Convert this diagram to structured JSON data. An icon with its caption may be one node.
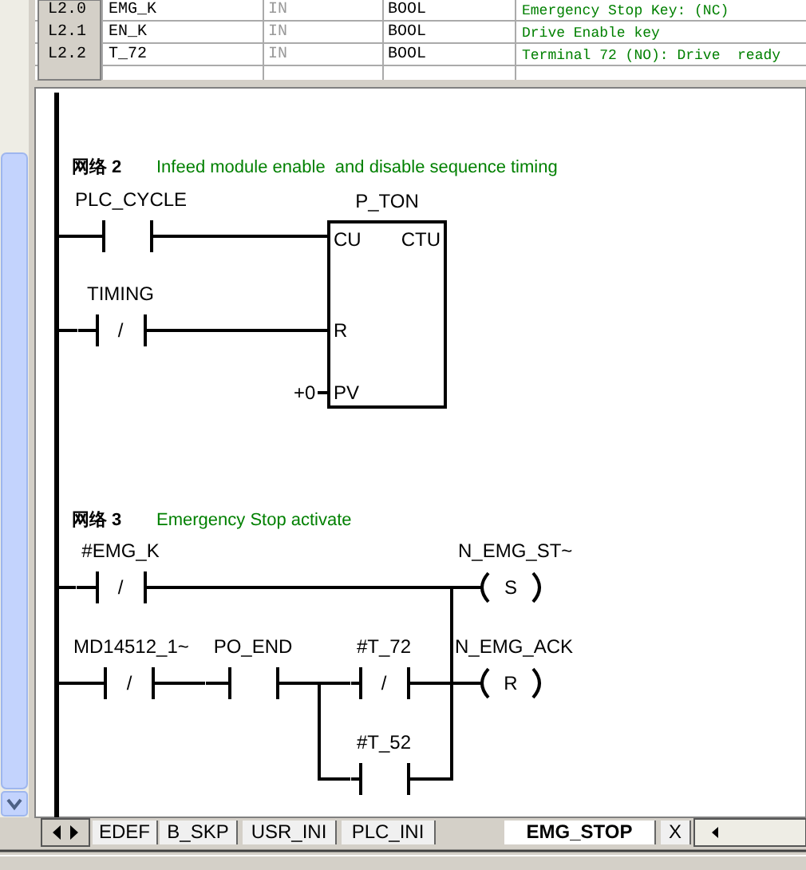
{
  "diagram": {
    "nodes": [
      {
        "text": [],
        "shape": "bar"
      },
      {
        "text": [
          "PLC_CYCLE"
        ]
      },
      {
        "text": [
          "TIMING",
          "/"
        ]
      },
      {
        "text": [
          "P_TON",
          "CU",
          "CTU",
          "R",
          "PV"
        ],
        "beside": [
          "+0"
        ]
      },
      {
        "text": [
          "#EMG_K",
          "/"
        ]
      },
      {
        "text": [
          "N_EMG_ST~",
          "S"
        ]
      },
      {
        "text": [
          "MD14512_1~",
          "/"
        ]
      },
      {
        "text": [
          "PO_END"
        ]
      },
      {
        "text": [
          "#T_72",
          "/"
        ]
      },
      {
        "text": [
          "#T_52"
        ]
      },
      {
        "text": [
          "N_EMG_ACK",
          "R"
        ]
      }
    ],
    "edges": [
      {
        "from": 0,
        "to": 1,
        "arrow": "none"
      },
      {
        "from": 1,
        "to": 3,
        "arrow": "none"
      },
      {
        "from": 0,
        "to": 2,
        "arrow": "none"
      },
      {
        "from": 2,
        "to": 3,
        "arrow": "none"
      },
      {
        "from": 0,
        "to": 4,
        "arrow": "none"
      },
      {
        "from": 4,
        "to": 5,
        "arrow": "none"
      },
      {
        "from": 4,
        "to": 10,
        "arrow": "none"
      },
      {
        "from": 0,
        "to": 6,
        "arrow": "none"
      },
      {
        "from": 6,
        "to": 7,
        "arrow": "none"
      },
      {
        "from": 7,
        "to": 8,
        "arrow": "none"
      },
      {
        "from": 7,
        "to": 9,
        "arrow": "none"
      },
      {
        "from": 8,
        "to": 5,
        "arrow": "none"
      },
      {
        "from": 8,
        "to": 10,
        "arrow": "none"
      },
      {
        "from": 9,
        "to": 5,
        "arrow": "none"
      },
      {
        "from": 9,
        "to": 10,
        "arrow": "none"
      }
    ],
    "labels": [
      "L2.0",
      "EMG_K",
      "IN",
      "BOOL",
      "Emergency Stop Key: (NC)",
      "L2.1",
      "EN_K",
      "IN",
      "BOOL",
      "Drive Enable key",
      "L2.2",
      "T_72",
      "IN",
      "BOOL",
      "Terminal 72 (NO): Drive  ready",
      "网络 2",
      "Infeed module enable  and disable sequence timing",
      "网络 3",
      "Emergency Stop activate",
      "EDEF",
      "B_SKP",
      "USR_INI",
      "PLC_INI",
      "EMG_STOP",
      "X"
    ]
  }
}
